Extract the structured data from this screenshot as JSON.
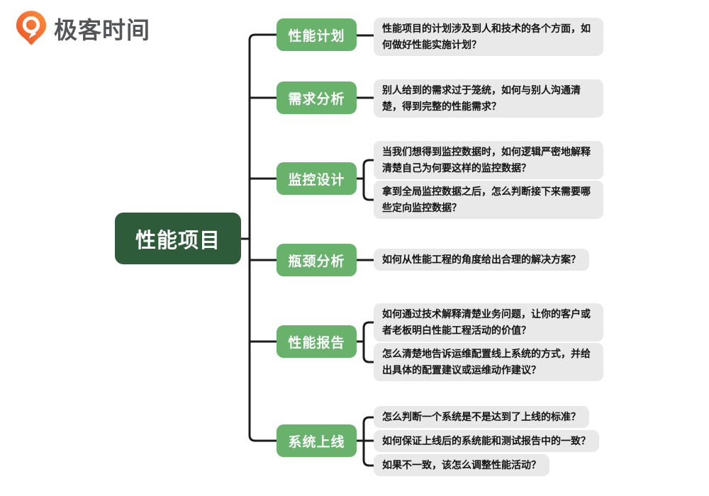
{
  "logo": {
    "icon": "geektime-pin-icon",
    "text": "极客时间"
  },
  "mindmap": {
    "root": "性能项目",
    "branches": [
      {
        "label": "性能计划",
        "leaves": [
          "性能项目的计划涉及到人和技术的各个方面，如何做好性能实施计划？"
        ]
      },
      {
        "label": "需求分析",
        "leaves": [
          "别人给到的需求过于笼统，如何与别人沟通清楚，得到完整的性能需求？"
        ]
      },
      {
        "label": "监控设计",
        "leaves": [
          "当我们想得到监控数据时，如何逻辑严密地解释清楚自己为何要这样的监控数据？",
          "拿到全局监控数据之后，怎么判断接下来需要哪些定向监控数据？"
        ]
      },
      {
        "label": "瓶颈分析",
        "leaves": [
          "如何从性能工程的角度给出合理的解决方案？"
        ]
      },
      {
        "label": "性能报告",
        "leaves": [
          "如何通过技术解释清楚业务问题，让你的客户或者老板明白性能工程活动的价值？",
          "怎么清楚地告诉运维配置线上系统的方式，并给出具体的配置建议或运维动作建议？"
        ]
      },
      {
        "label": "系统上线",
        "leaves": [
          "怎么判断一个系统是不是达到了上线的标准？",
          "如何保证上线后的系统能和测试报告中的一致？",
          "如果不一致，该怎么调整性能活动？"
        ]
      }
    ]
  },
  "colors": {
    "root_green": "#2E5C3A",
    "branch_green": "#68B26C",
    "leaf_background": "#E9E9E9",
    "line": "#1C1C1C",
    "logo_orange": "#F5562F",
    "logo_text_gray": "#54565A"
  }
}
